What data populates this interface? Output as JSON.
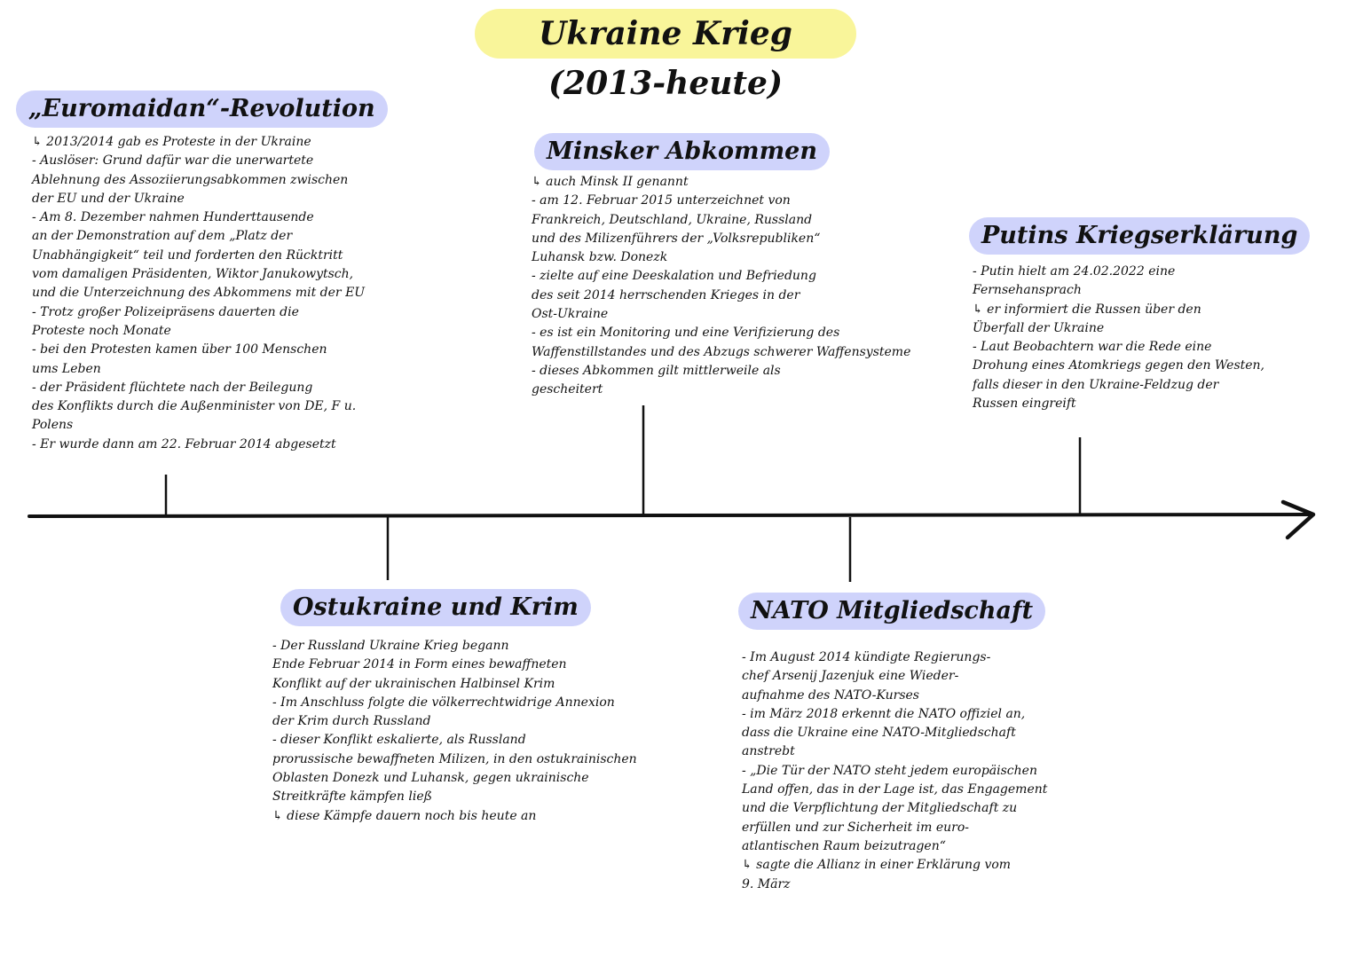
{
  "title": "Ukraine Krieg (2013-heute)",
  "colors": {
    "title_highlight": "#f9f59a",
    "heading_highlight": "#cfd3fb",
    "ink": "#111111"
  },
  "events": [
    {
      "heading": "„Euromaidan“-Revolution",
      "notes": [
        "↳ 2013/2014 gab es Proteste in der Ukraine",
        "- Auslöser: Grund dafür war die unerwartete",
        "Ablehnung des Assoziierungsabkommen zwischen",
        "der EU und der Ukraine",
        "- Am 8. Dezember nahmen Hunderttausende",
        "an der Demonstration auf dem „Platz der",
        "Unabhängigkeit“ teil und forderten den Rücktritt",
        "vom damaligen Präsidenten, Wiktor Janukowytsch,",
        "und die Unterzeichnung des Abkommens mit der EU",
        "- Trotz großer Polizeipräsens dauerten die",
        "Proteste noch Monate",
        "- bei den Protesten kamen über 100 Menschen",
        "ums Leben",
        "- der Präsident flüchtete nach der Beilegung",
        "des Konflikts durch die Außenminister von DE, F u.",
        "Polens",
        "- Er wurde dann am 22. Februar 2014 abgesetzt"
      ]
    },
    {
      "heading": "Ostukraine und Krim",
      "notes": [
        "- Der Russland Ukraine Krieg begann",
        "Ende Februar 2014 in Form eines bewaffneten",
        "Konflikt auf der ukrainischen Halbinsel Krim",
        "- Im Anschluss folgte die völkerrechtwidrige Annexion",
        "der Krim durch Russland",
        "- dieser Konflikt eskalierte, als Russland",
        "prorussische bewaffneten Milizen, in den ostukrainischen",
        "Oblasten Donezk und Luhansk, gegen ukrainische",
        "Streitkräfte kämpfen ließ",
        "↳ diese Kämpfe dauern noch bis heute an"
      ]
    },
    {
      "heading": "Minsker Abkommen",
      "notes": [
        "↳ auch Minsk II genannt",
        "- am 12. Februar 2015 unterzeichnet von",
        "Frankreich, Deutschland, Ukraine, Russland",
        "und des Milizenführers der „Volksrepubliken“",
        "Luhansk bzw. Donezk",
        "- zielte auf eine Deeskalation und Befriedung",
        "des seit 2014 herrschenden Krieges in der",
        "Ost-Ukraine",
        "- es ist ein Monitoring und eine Verifizierung des",
        "Waffenstillstandes und des Abzugs schwerer Waffensysteme",
        "- dieses Abkommen gilt mittlerweile als",
        "gescheitert"
      ]
    },
    {
      "heading": "NATO Mitgliedschaft",
      "notes": [
        "- Im August 2014 kündigte Regierungs-",
        "chef Arsenij Jazenjuk eine Wieder-",
        "aufnahme des NATO-Kurses",
        "- im März 2018 erkennt die NATO offiziel an,",
        "dass die Ukraine eine NATO-Mitgliedschaft",
        "anstrebt",
        "- „Die Tür der NATO steht jedem europäischen",
        "Land offen, das in der Lage ist, das Engagement",
        "und die Verpflichtung der Mitgliedschaft zu",
        "erfüllen und zur Sicherheit im euro-",
        "atlantischen Raum beizutragen“",
        "↳ sagte die Allianz in einer Erklärung vom",
        "9. März"
      ]
    },
    {
      "heading": "Putins Kriegserklärung",
      "notes": [
        "- Putin hielt am 24.02.2022 eine",
        "Fernsehansprach",
        "↳ er informiert die Russen über den",
        "Überfall der Ukraine",
        "- Laut Beobachtern war die Rede eine",
        "Drohung eines Atomkriegs gegen den Westen,",
        "falls dieser in den Ukraine-Feldzug der",
        "Russen eingreift"
      ]
    }
  ]
}
